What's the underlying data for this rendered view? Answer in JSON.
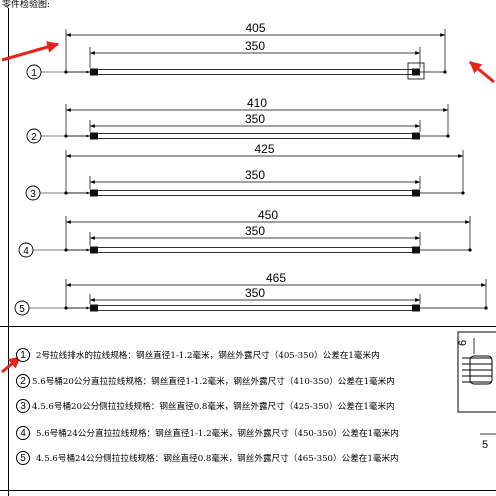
{
  "page": {
    "title": "零件检验图:"
  },
  "rods": [
    {
      "number": "1",
      "outer": "405",
      "inner": "350"
    },
    {
      "number": "2",
      "outer": "410",
      "inner": "350"
    },
    {
      "number": "3",
      "outer": "425",
      "inner": "350"
    },
    {
      "number": "4",
      "outer": "450",
      "inner": "350"
    },
    {
      "number": "5",
      "outer": "465",
      "inner": "350"
    }
  ],
  "specs": [
    {
      "number": "1",
      "text": "2号拉线排水的拉线规格：钢丝直径1-1.2毫米，钢丝外露尺寸（405-350）公差在1毫米内"
    },
    {
      "number": "2",
      "text": "5.6号桶20公分直拉拉线规格：钢丝直径1-1.2毫米，钢丝外露尺寸（410-350）公差在1毫米内"
    },
    {
      "number": "3",
      "text": "4.5.6号桶20公分侧拉拉线规格：钢丝直径0.8毫米，钢丝外露尺寸（425-350）公差在1毫米内"
    },
    {
      "number": "4",
      "text": "5.6号桶24公分直拉拉线规格：钢丝直径1-1.2毫米，钢丝外露尺寸（450-350）公差在1毫米内"
    },
    {
      "number": "5",
      "text": "4.5.6号桶24公分侧拉拉线规格：钢丝直径0.8毫米，钢丝外露尺寸（465-350）公差在1毫米内"
    }
  ],
  "detail": {
    "dim_top": "6",
    "dim_bottom": "5"
  },
  "colors": {
    "annotation_arrow": "#e8231d",
    "line": "#000000"
  }
}
